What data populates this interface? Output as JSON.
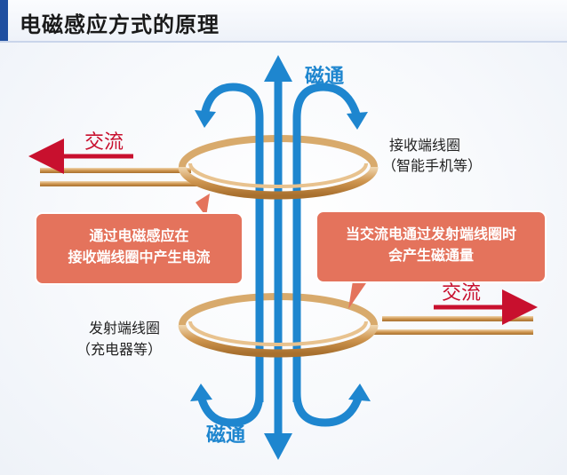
{
  "header": {
    "title": "电磁感应方式的原理"
  },
  "labels": {
    "flux_top": "磁通",
    "flux_bottom": "磁通",
    "ac_left": "交流",
    "ac_right": "交流",
    "receiver_coil": "接收端线圈",
    "receiver_coil_note": "（智能手机等）",
    "transmitter_coil": "发射端线圈",
    "transmitter_coil_note": "（充电器等）"
  },
  "callouts": {
    "left_line1": "通过电磁感应在",
    "left_line2": "接收端线圈中产生电流",
    "right_line1": "当交流电通过发射端线圈时",
    "right_line2": "会产生磁通量"
  },
  "colors": {
    "header_accent": "#1f4fa0",
    "flux_blue": "#1e86cf",
    "ac_red": "#c8102e",
    "coil_gold": "#c98a3e",
    "callout_fill": "#e4735c"
  }
}
